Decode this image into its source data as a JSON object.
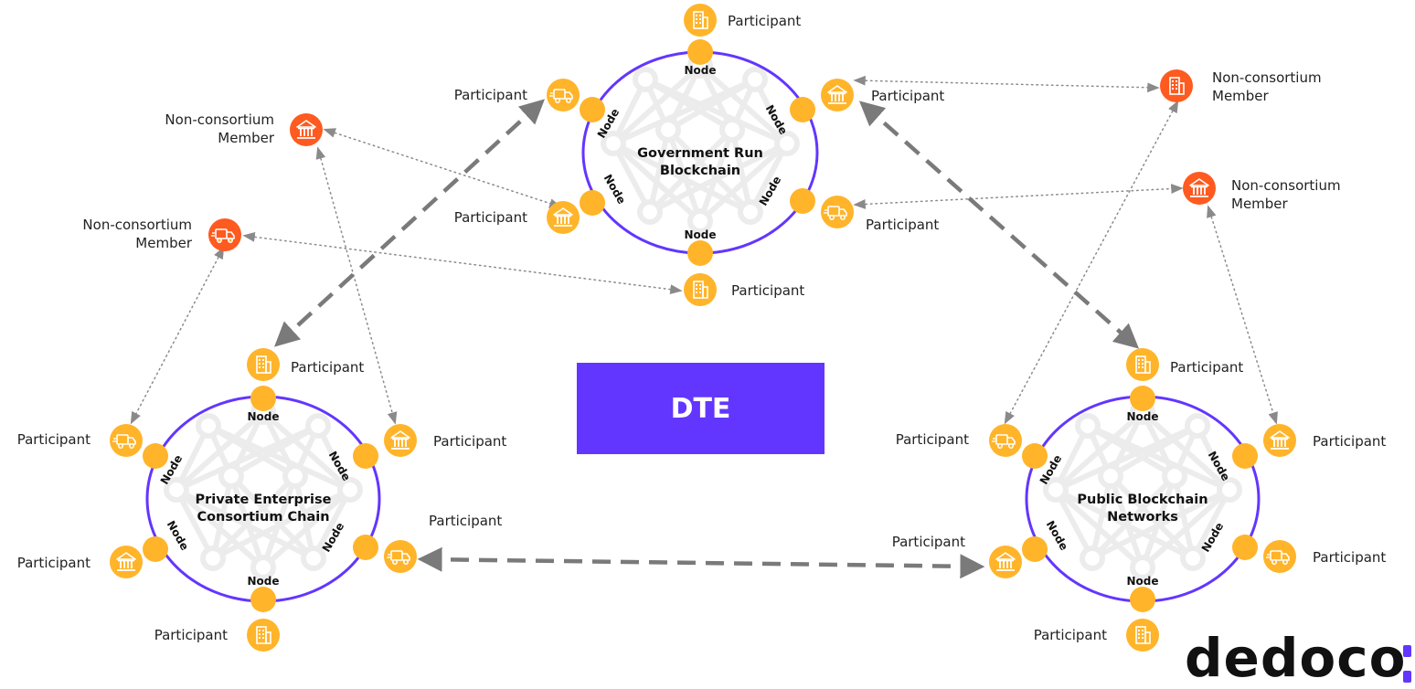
{
  "networks": [
    {
      "id": "gov",
      "title_lines": [
        "Government Run",
        "Blockchain"
      ]
    },
    {
      "id": "private",
      "title_lines": [
        "Private Enterprise",
        "Consortium Chain"
      ]
    },
    {
      "id": "public",
      "title_lines": [
        "Public Blockchain",
        "Networks"
      ]
    }
  ],
  "node_label": "Node",
  "participant_label": "Participant",
  "non_member_label_lines": [
    "Non-consortium",
    "Member"
  ],
  "center_label": "DTE",
  "brand": "dedoco",
  "colors": {
    "ring": "#6236ff",
    "node": "#ffb42a",
    "participant": "#ffb42a",
    "non_member": "#ff5a1f",
    "dte_box": "#6236ff",
    "arrow": "#7a7a7a"
  },
  "icons": [
    "building-icon",
    "bank-icon",
    "truck-icon"
  ]
}
